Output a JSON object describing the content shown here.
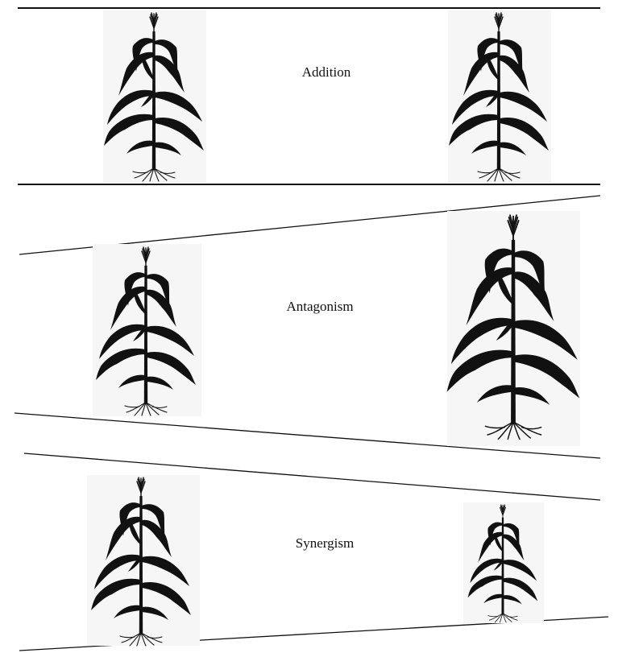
{
  "panels": [
    {
      "id": "addition",
      "label": "Addition",
      "left_plant": "corn-plant",
      "right_plant": "corn-plant"
    },
    {
      "id": "antagonism",
      "label": "Antagonism",
      "left_plant": "corn-plant",
      "right_plant": "corn-plant"
    },
    {
      "id": "synergism",
      "label": "Synergism",
      "left_plant": "corn-plant",
      "right_plant": "corn-plant"
    }
  ],
  "colors": {
    "ink": "#111111",
    "plant_background": "#f6f6f6",
    "page": "#ffffff"
  }
}
